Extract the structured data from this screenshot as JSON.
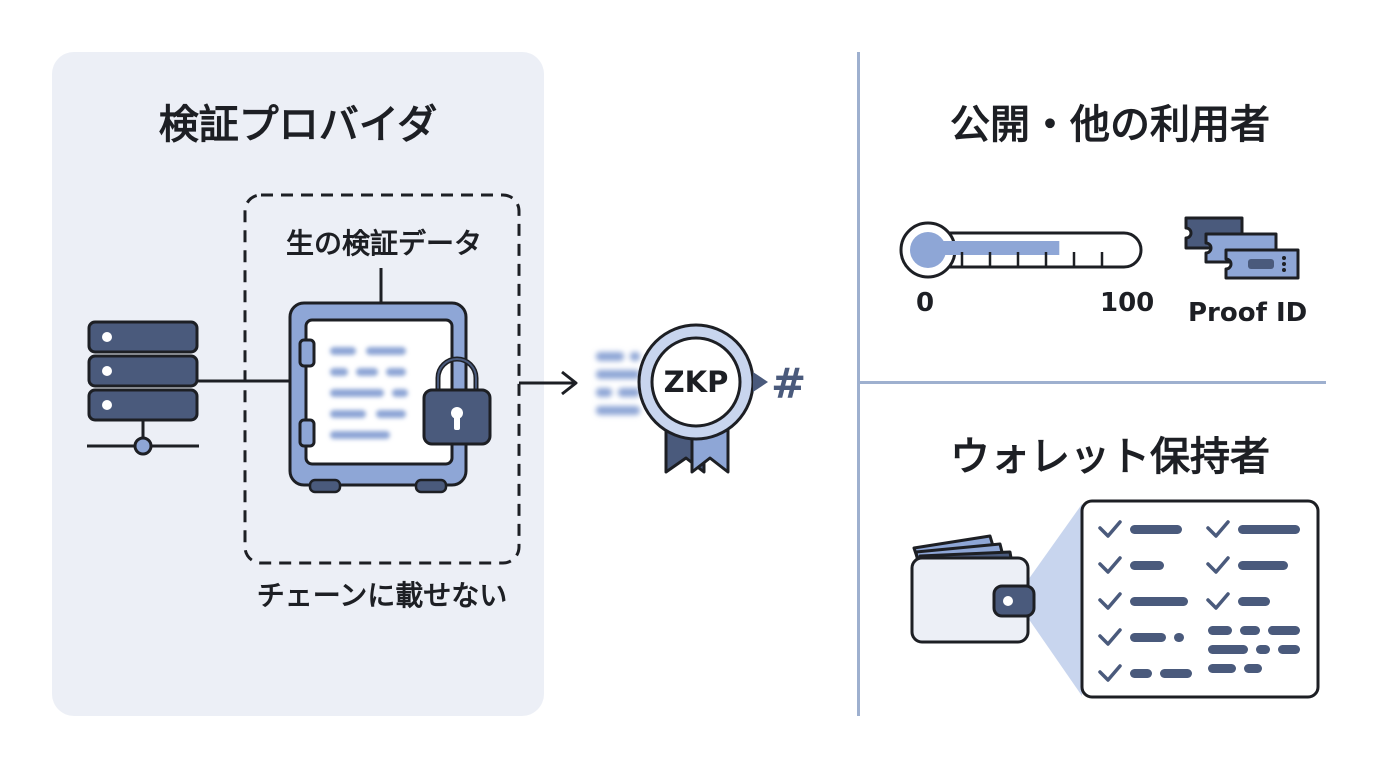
{
  "diagram": {
    "provider_title": "検証プロバイダ",
    "raw_data_label": "生の検証データ",
    "not_on_chain_label": "チェーンに載せない",
    "zkp_badge_label": "ZKP",
    "hash_symbol": "#",
    "public_title": "公開・他の利用者",
    "gauge_min": "0",
    "gauge_max": "100",
    "gauge_level_percent": 65,
    "proof_id_label": "Proof ID",
    "wallet_title": "ウォレット保持者"
  },
  "colors": {
    "panel_bg": "#eceff6",
    "dark_slate": "#4a5a7c",
    "accent_blue": "#8ea6d6",
    "light_blue": "#c8d5ee",
    "outline": "#1d1f24",
    "divider": "#9eb0cf"
  },
  "icons": [
    "server-icon",
    "safe-icon",
    "padlock-icon",
    "zkp-medal-icon",
    "thermometer-gauge-icon",
    "proof-id-tickets-icon",
    "wallet-icon",
    "checklist-icon",
    "arrow-right-icon",
    "hash-icon"
  ]
}
